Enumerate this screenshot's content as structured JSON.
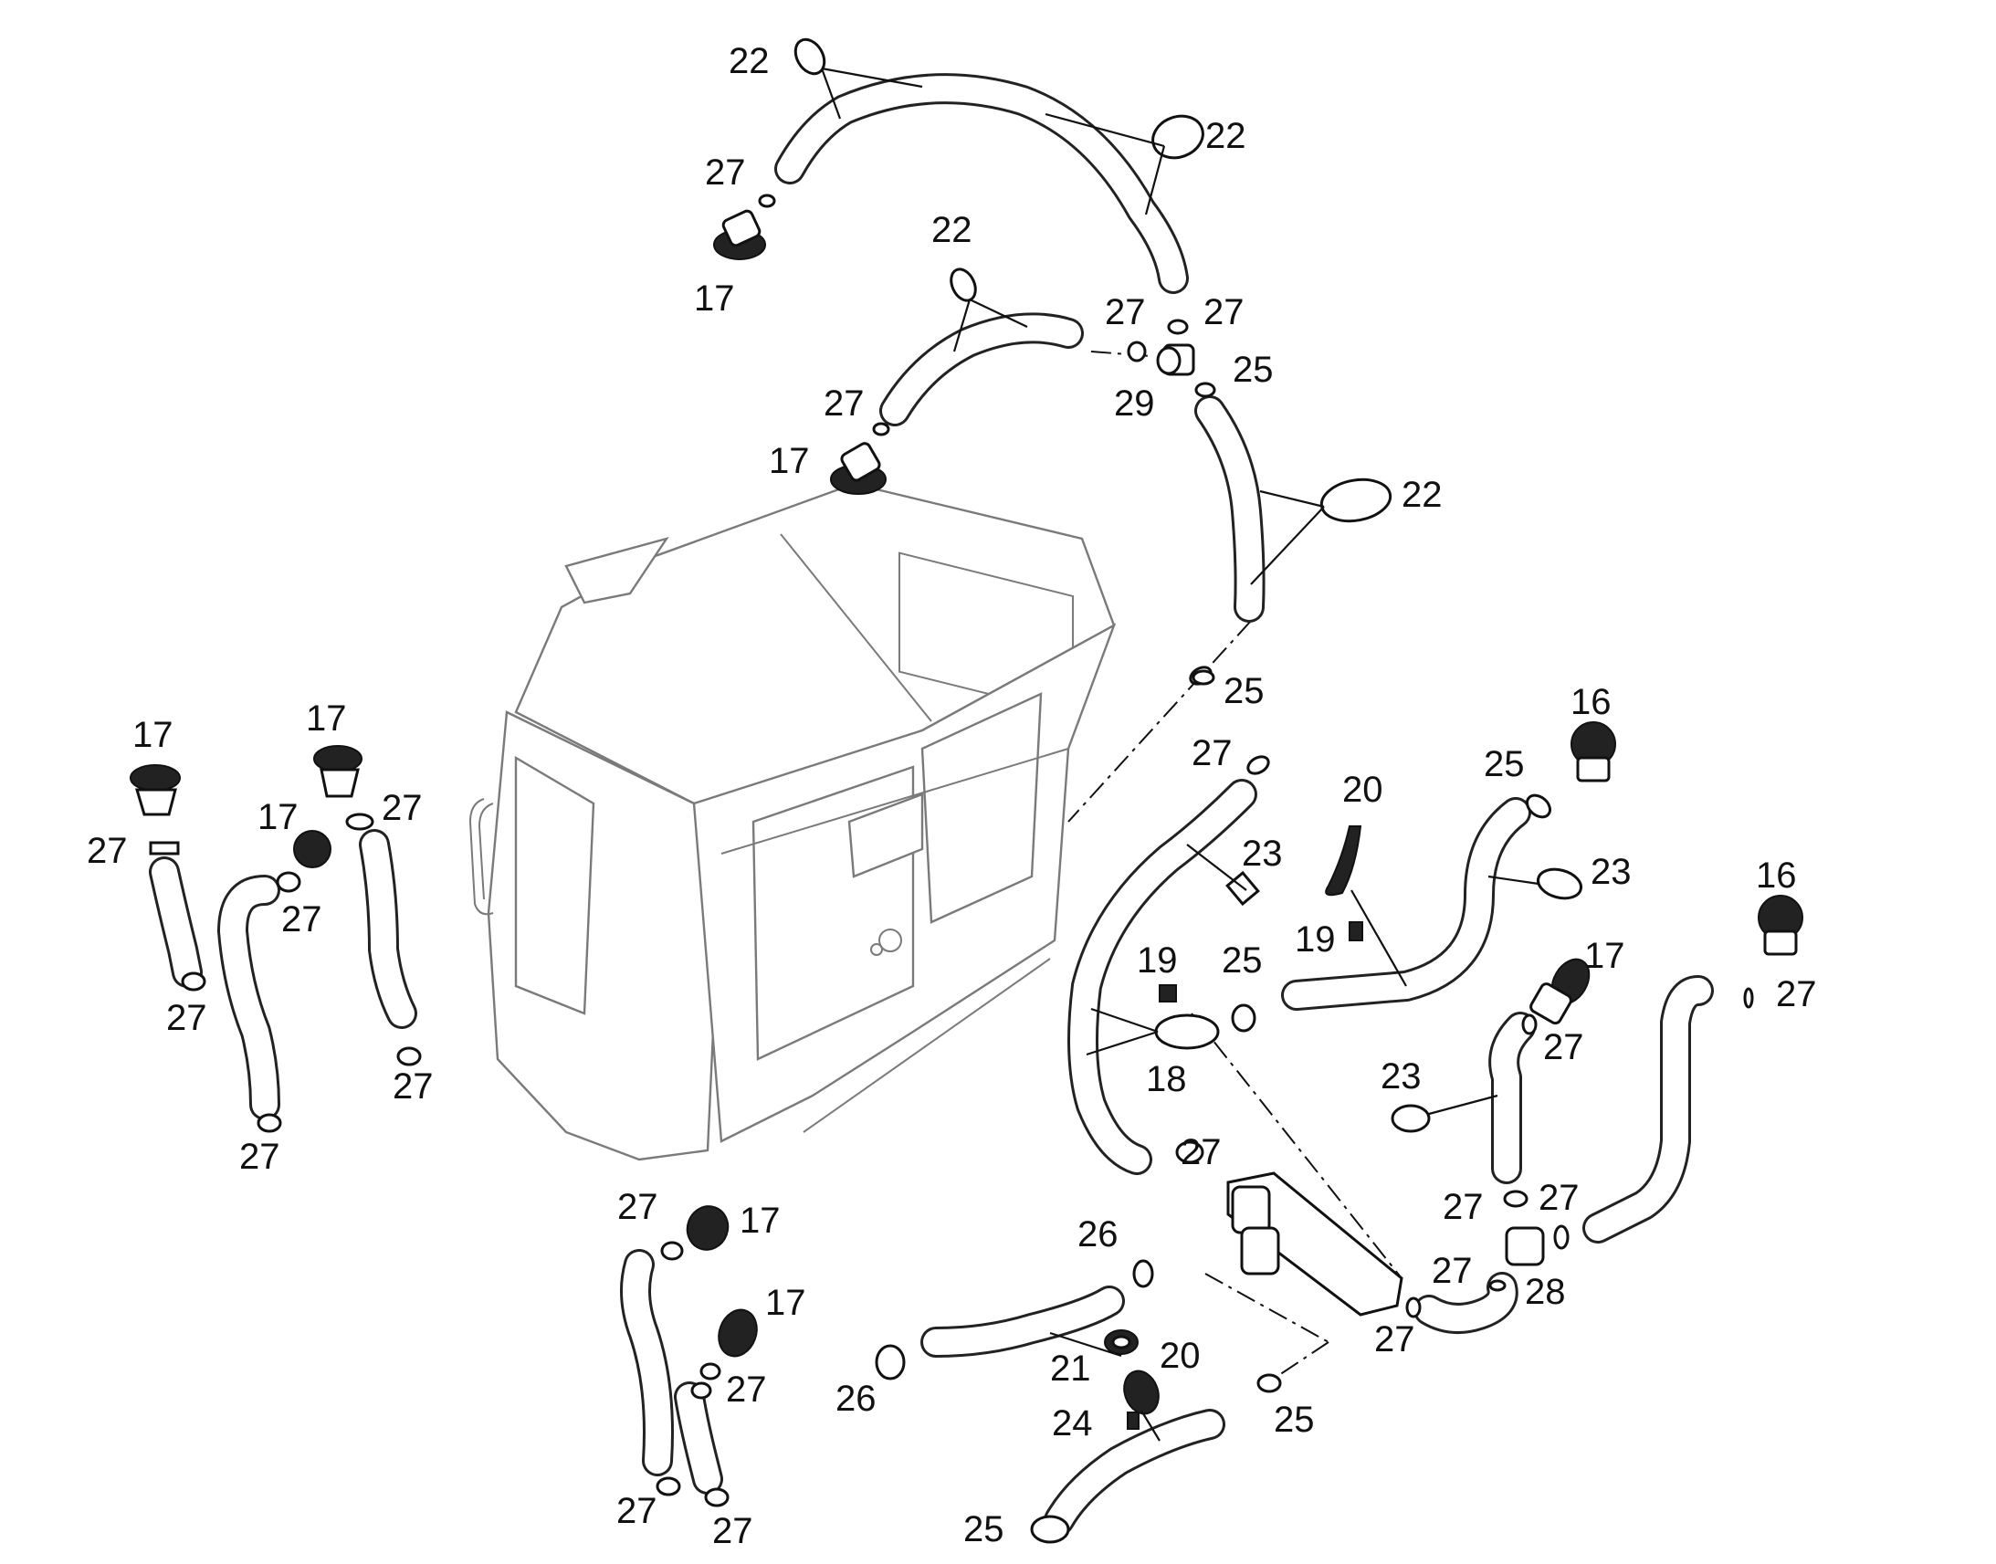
{
  "diagram": {
    "parts": [
      {
        "id": "p22a",
        "text": "22"
      },
      {
        "id": "p22b",
        "text": "22"
      },
      {
        "id": "p22c",
        "text": "22"
      },
      {
        "id": "p22d",
        "text": "22"
      },
      {
        "id": "p27a",
        "text": "27"
      },
      {
        "id": "p17a",
        "text": "17"
      },
      {
        "id": "p27b",
        "text": "27"
      },
      {
        "id": "p27c",
        "text": "27"
      },
      {
        "id": "p25a",
        "text": "25"
      },
      {
        "id": "p29",
        "text": "29"
      },
      {
        "id": "p27d",
        "text": "27"
      },
      {
        "id": "p17b",
        "text": "17"
      },
      {
        "id": "p25b",
        "text": "25"
      },
      {
        "id": "p17c",
        "text": "17"
      },
      {
        "id": "p27e",
        "text": "27"
      },
      {
        "id": "p27f",
        "text": "27"
      },
      {
        "id": "p17d",
        "text": "17"
      },
      {
        "id": "p27g",
        "text": "27"
      },
      {
        "id": "p17e",
        "text": "17"
      },
      {
        "id": "p27h",
        "text": "27"
      },
      {
        "id": "p27i",
        "text": "27"
      },
      {
        "id": "p27j",
        "text": "27"
      },
      {
        "id": "p27k",
        "text": "27"
      },
      {
        "id": "p23a",
        "text": "23"
      },
      {
        "id": "p20a",
        "text": "20"
      },
      {
        "id": "p19a",
        "text": "19"
      },
      {
        "id": "p16a",
        "text": "16"
      },
      {
        "id": "p25c",
        "text": "25"
      },
      {
        "id": "p23b",
        "text": "23"
      },
      {
        "id": "p16b",
        "text": "16"
      },
      {
        "id": "p19b",
        "text": "19"
      },
      {
        "id": "p18",
        "text": "18"
      },
      {
        "id": "p25d",
        "text": "25"
      },
      {
        "id": "p17f",
        "text": "17"
      },
      {
        "id": "p27l",
        "text": "27"
      },
      {
        "id": "p27m",
        "text": "27"
      },
      {
        "id": "p23c",
        "text": "23"
      },
      {
        "id": "p27n",
        "text": "27"
      },
      {
        "id": "p27o",
        "text": "27"
      },
      {
        "id": "p27p",
        "text": "27"
      },
      {
        "id": "p27q",
        "text": "27"
      },
      {
        "id": "p28",
        "text": "28"
      },
      {
        "id": "p27r",
        "text": "27"
      },
      {
        "id": "p27s",
        "text": "27"
      },
      {
        "id": "p17g",
        "text": "17"
      },
      {
        "id": "p17h",
        "text": "17"
      },
      {
        "id": "p27t",
        "text": "27"
      },
      {
        "id": "p27u",
        "text": "27"
      },
      {
        "id": "p27v",
        "text": "27"
      },
      {
        "id": "p26a",
        "text": "26"
      },
      {
        "id": "p26b",
        "text": "26"
      },
      {
        "id": "p21",
        "text": "21"
      },
      {
        "id": "p20b",
        "text": "20"
      },
      {
        "id": "p24",
        "text": "24"
      },
      {
        "id": "p25e",
        "text": "25"
      },
      {
        "id": "p25f",
        "text": "25"
      }
    ]
  }
}
